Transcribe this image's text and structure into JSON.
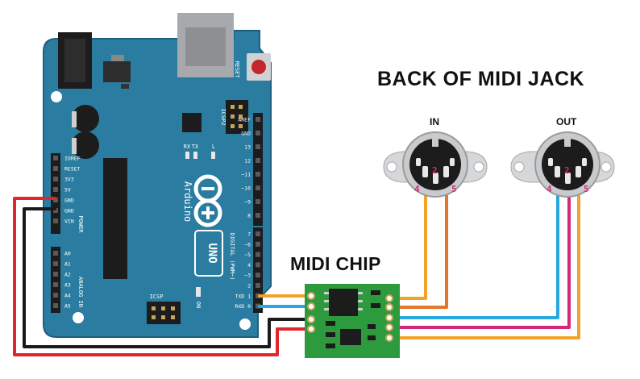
{
  "titles": {
    "jack": "BACK OF MIDI JACK",
    "chip": "MIDI CHIP",
    "in_label": "IN",
    "out_label": "OUT"
  },
  "jack_pins": {
    "in": [
      "4",
      "2",
      "5"
    ],
    "out": [
      "4",
      "2",
      "5"
    ]
  },
  "arduino": {
    "brand": "Arduino",
    "model": "UNO",
    "reset_label": "RESET",
    "icsp2_label": "ICSP2",
    "icsp_label": "ICSP",
    "on_label": "ON",
    "l_label": "L",
    "tx_label": "TX",
    "rx_label": "RX",
    "power_label": "POWER",
    "analog_label": "ANALOG IN",
    "digital_label": "DIGITAL (PWM~)",
    "power_pins": [
      "IOREF",
      "RESET",
      "3V3",
      "5V",
      "GND",
      "GND",
      "VIN"
    ],
    "analog_pins": [
      "A0",
      "A1",
      "A2",
      "A3",
      "A4",
      "A5"
    ],
    "digital_pins_top": [
      "AREF",
      "GND",
      "13",
      "12",
      "~11",
      "~10",
      "~9",
      "8"
    ],
    "digital_pins_bottom": [
      "7",
      "~6",
      "~5",
      "4",
      "~3",
      "2",
      "TXD 1",
      "RXD 0"
    ]
  },
  "colors": {
    "board": "#2a7ca0",
    "board_dark": "#1d5f7d",
    "wire_red": "#e0262b",
    "wire_black": "#1a1a1a",
    "wire_orange": "#f0a326",
    "wire_orange_dark": "#e2772a",
    "wire_blue": "#29a8e0",
    "wire_magenta": "#d6287a",
    "chip_green": "#2e9a3e",
    "jack_metal": "#d6d7d9",
    "jack_pin_label": "#d6287a"
  }
}
